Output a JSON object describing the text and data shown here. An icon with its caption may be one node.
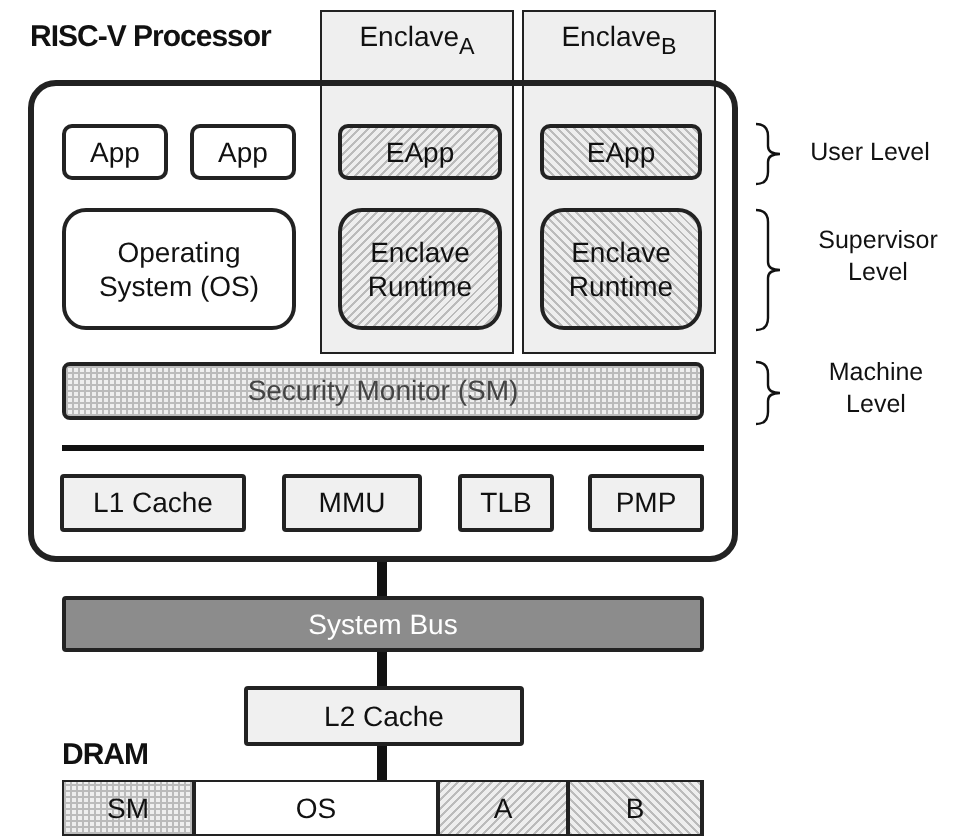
{
  "diagram": {
    "nodes": [
      {
        "text": [
          "RISC-V Processor"
        ]
      },
      {
        "text": [
          "Enclave$_{A}$"
        ]
      },
      {
        "text": [
          "Enclave$_{B}$"
        ]
      },
      {
        "text": [
          "App"
        ],
        "in": 0
      },
      {
        "text": [
          "App"
        ],
        "in": 0
      },
      {
        "text": [
          "EApp"
        ]
      },
      {
        "text": [
          "EApp"
        ]
      },
      {
        "text": [
          "Operating System (OS)"
        ],
        "in": 0
      },
      {
        "text": [
          "Enclave Runtime"
        ]
      },
      {
        "text": [
          "Enclave Runtime"
        ]
      },
      {
        "text": [
          "Security Monitor (SM)"
        ],
        "in": 0
      },
      {
        "text": [
          "L1 Cache"
        ],
        "in": 0
      },
      {
        "text": [
          "MMU"
        ],
        "in": 0
      },
      {
        "text": [
          "TLB"
        ],
        "in": 0
      },
      {
        "text": [
          "PMP"
        ],
        "in": 0
      },
      {
        "text": [
          "System Bus"
        ]
      },
      {
        "text": [
          "L2 Cache"
        ]
      },
      {
        "text": [
          "DRAM"
        ]
      },
      {
        "text": [
          "SM"
        ],
        "in": 17
      },
      {
        "text": [
          "OS"
        ],
        "in": 17
      },
      {
        "text": [
          "A"
        ],
        "in": 17
      },
      {
        "text": [
          "B"
        ],
        "in": 17
      }
    ],
    "edges": [
      {
        "from": 0,
        "to": 15,
        "arrow": "none"
      },
      {
        "from": 15,
        "to": 16,
        "arrow": "none"
      },
      {
        "from": 16,
        "to": 17,
        "arrow": "none"
      }
    ],
    "labels": [
      "User Level",
      "Supervisor Level",
      "Machine Level"
    ]
  }
}
